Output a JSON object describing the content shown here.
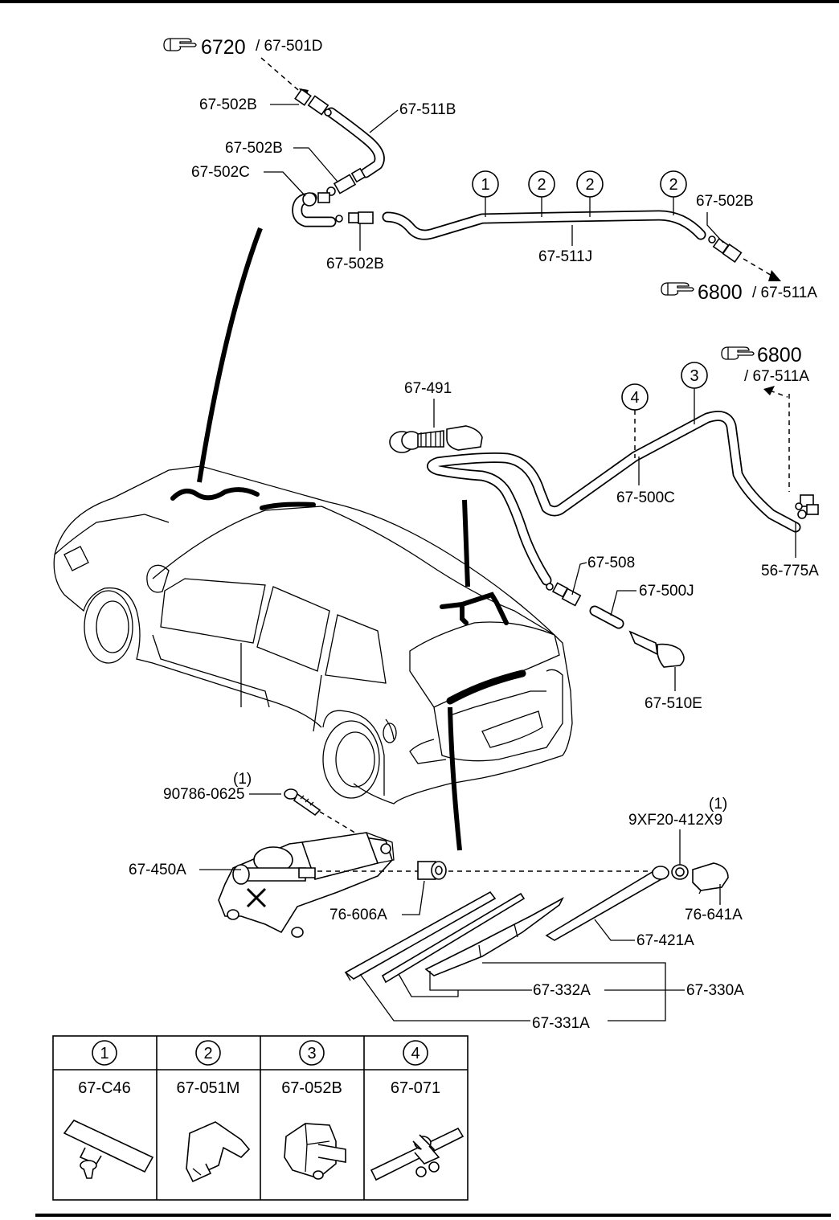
{
  "refs": {
    "top_left": {
      "num": "6720",
      "part": "/ 67-501D"
    },
    "top_right": {
      "num": "6800",
      "part": "/ 67-511A"
    },
    "mid_right": {
      "num": "6800",
      "part": "/ 67-511A"
    }
  },
  "labels": {
    "p67_502B_a": "67-502B",
    "p67_511B": "67-511B",
    "p67_502B_b": "67-502B",
    "p67_502C": "67-502C",
    "p67_502B_c": "67-502B",
    "p67_511J": "67-511J",
    "p67_502B_d": "67-502B",
    "p67_491": "67-491",
    "p67_500C": "67-500C",
    "p56_775A": "56-775A",
    "p67_508": "67-508",
    "p67_500J": "67-500J",
    "p67_510E": "67-510E",
    "p90786_qty": "(1)",
    "p90786": "90786-0625",
    "p67_450A": "67-450A",
    "p76_606A": "76-606A",
    "p9XF20_qty": "(1)",
    "p9XF20": "9XF20-412X9",
    "p76_641A": "76-641A",
    "p67_421A": "67-421A",
    "p67_332A": "67-332A",
    "p67_330A": "67-330A",
    "p67_331A": "67-331A"
  },
  "callouts": {
    "c1": "1",
    "c2a": "2",
    "c2b": "2",
    "c2c": "2",
    "c3": "3",
    "c4": "4"
  },
  "clip_table": [
    {
      "num": "1",
      "part": "67-C46"
    },
    {
      "num": "2",
      "part": "67-051M"
    },
    {
      "num": "3",
      "part": "67-052B"
    },
    {
      "num": "4",
      "part": "67-071"
    }
  ],
  "icons": {
    "reference": "pointing-hand-icon"
  }
}
